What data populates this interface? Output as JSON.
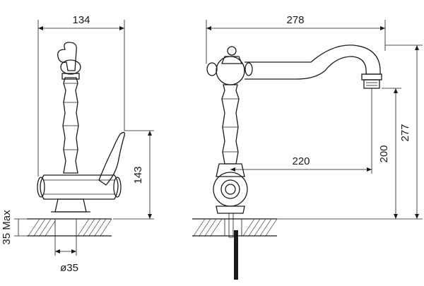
{
  "dimensions": {
    "front_width": "134",
    "side_width": "278",
    "spout_reach": "220",
    "lever_height": "143",
    "spout_height": "200",
    "total_height": "277",
    "mount_max": "35 Max",
    "hole_diameter": "ø35"
  }
}
